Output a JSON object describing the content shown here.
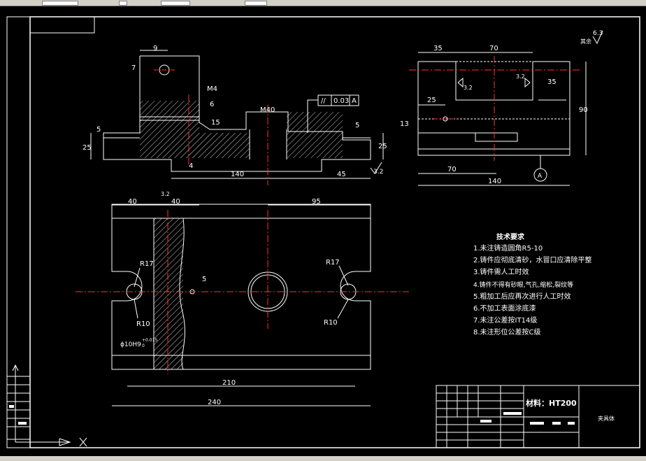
{
  "dimensions": {
    "front_9": "9",
    "front_7": "7",
    "front_m4": "M4",
    "front_6": "6",
    "front_15": "15",
    "front_m40": "M40",
    "front_5_left": "5",
    "front_25_left": "25",
    "front_4": "4",
    "front_140": "140",
    "front_45": "45",
    "front_5_right": "5",
    "front_25_right": "25",
    "front_roughness": "3.2",
    "tolerance_symbol": "//",
    "tolerance_value": "0.03",
    "tolerance_datum": "A",
    "side_35": "35",
    "side_70_top": "70",
    "side_32_left": "3.2",
    "side_32_right": "3.2",
    "side_35_right": "35",
    "side_90": "90",
    "side_25": "25",
    "side_13": "13",
    "side_70_bottom": "70",
    "side_140": "140",
    "datum_a": "A",
    "corner_roughness": "6.3",
    "corner_rest": "其余",
    "plan_40_left": "40",
    "plan_32": "3.2",
    "plan_40_right": "40",
    "plan_95": "95",
    "plan_r17_left": "R17",
    "plan_r10_left": "R10",
    "plan_5": "5",
    "plan_r17_right": "R17",
    "plan_r10_right": "R10",
    "plan_hole": "ϕ10H9",
    "plan_hole_tol": "+0.015",
    "plan_hole_tol_low": "0",
    "plan_210": "210",
    "plan_240": "240"
  },
  "notes": {
    "title": "技术要求",
    "items": [
      "1.未注铸造圆角R5-10",
      "2.铸件应彻底清砂，水冒口应清除平整",
      "3.铸件需人工时效",
      "4.铸件不得有砂眼,气孔,缩松,裂纹等",
      "5.粗加工后应再次进行人工时效",
      "6.不加工表面涂底漆",
      "7.未注公差按IT14级",
      "8.未注形位公差按C级"
    ]
  },
  "title_block": {
    "material": "材料：HT200",
    "part_name": "夹具体"
  },
  "colors": {
    "background": "#000000",
    "line": "#ffffff",
    "centerline": "#ff3030",
    "hatch": "#ffffff"
  }
}
